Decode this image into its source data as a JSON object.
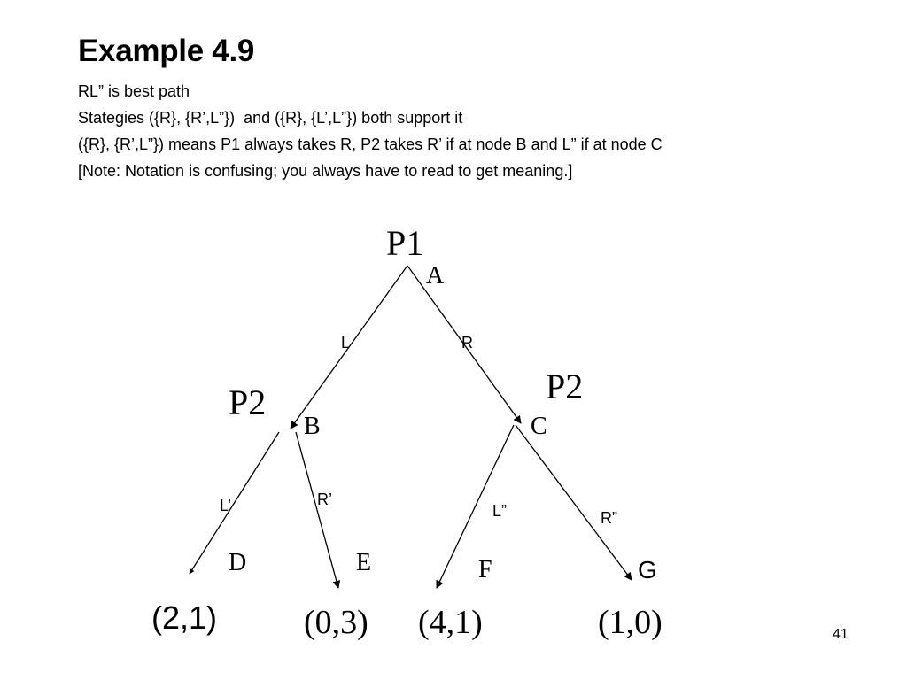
{
  "slide": {
    "title": "Example 4.9",
    "lines": [
      "RL” is best path",
      "Stategies ({R}, {R’,L”})  and ({R}, {L’,L”}) both support it",
      "({R}, {R’,L”}) means P1 always takes R, P2 takes R’ if at node B and L” if at node C",
      "[Note: Notation is confusing; you always have to read to get meaning.]"
    ],
    "page_number": "41"
  },
  "tree": {
    "players": {
      "root": "P1",
      "left": "P2",
      "right": "P2"
    },
    "nodes": {
      "A": "A",
      "B": "B",
      "C": "C",
      "D": "D",
      "E": "E",
      "F": "F",
      "G": "G"
    },
    "edges": {
      "L": "L",
      "R": "R",
      "L_prime": "L’",
      "R_prime": "R’",
      "L_dprime": "L”",
      "R_dprime": "R”"
    },
    "payoffs": {
      "D": "(2,1)",
      "E": "(0,3)",
      "F": "(4,1)",
      "G": "(1,0)"
    }
  }
}
